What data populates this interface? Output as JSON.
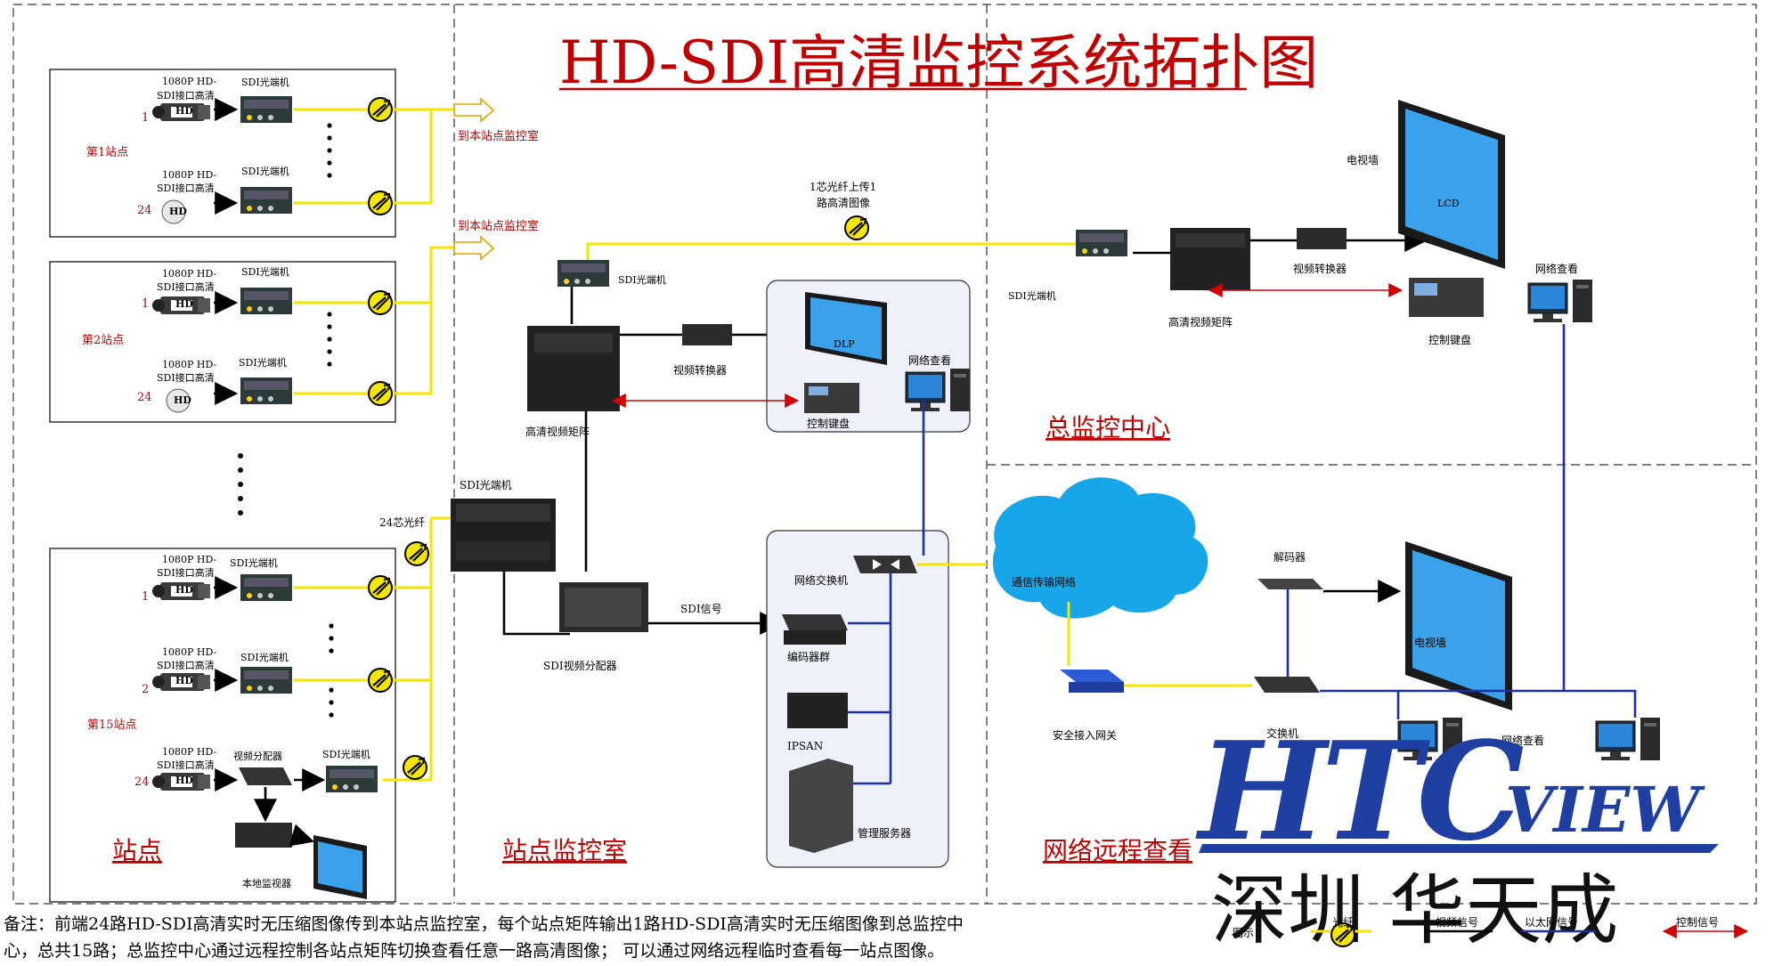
{
  "title": "HD-SDI高清监控系统拓扑图",
  "regions": {
    "site": "站点",
    "site_room": "站点监控室",
    "center": "总监控中心",
    "remote": "网络远程查看"
  },
  "stations": {
    "s1": "第1站点",
    "s2": "第2站点",
    "s15": "第15站点"
  },
  "camera": {
    "line1": "1080P HD-",
    "line2": "SDI接口高清",
    "badge": "HD",
    "n1": "1",
    "n2": "2",
    "n24": "24"
  },
  "labels": {
    "sdi_opt": "SDI光端机",
    "sdi_opt_big": "SDI光端机",
    "to_room": "到本站点监控室",
    "fiber24": "24芯光纤",
    "fiber1_l1": "1芯光纤上传1",
    "fiber1_l2": "路高清图像",
    "matrix": "高清视频矩阵",
    "video_conv": "视频转换器",
    "ctrl_kb": "控制键盘",
    "net_view": "网络查看",
    "tv_wall": "电视墙",
    "sdi_signal": "SDI信号",
    "sdi_dist": "SDI视频分配器",
    "switch_net": "网络交换机",
    "encoder": "编码器群",
    "ipsan": "IPSAN",
    "server": "管理服务器",
    "cloud": "通信传输网络",
    "decoder": "解码器",
    "tv": "电视墙",
    "gateway": "安全接入网关",
    "switch": "交换机",
    "video_split": "视频分配器",
    "local_mon": "本地监视器",
    "lcd": "LCD",
    "dlp": "DLP"
  },
  "brand": {
    "logo_main": "HTC",
    "logo_sub": "VIEW",
    "company": "深圳 华天成"
  },
  "legend": {
    "title": "图示：",
    "fiber": "光纤",
    "video": "视频信号",
    "ethernet": "以太网信号",
    "control": "控制信号"
  },
  "note": {
    "line1": "备注：前端24路HD-SDI高清实时无压缩图像传到本站点监控室，每个站点矩阵输出1路HD-SDI高清实时无压缩图像到总监控中",
    "line2": "心，总共15路；总监控中心通过远程控制各站点矩阵切换查看任意一路高清图像；  可以通过网络远程临时查看每一站点图像。"
  },
  "colors": {
    "fiber": "#f4e600",
    "ethernet": "#1a2fa8",
    "control": "#d00000",
    "title": "#c00000",
    "logo": "#1f3fa3"
  }
}
